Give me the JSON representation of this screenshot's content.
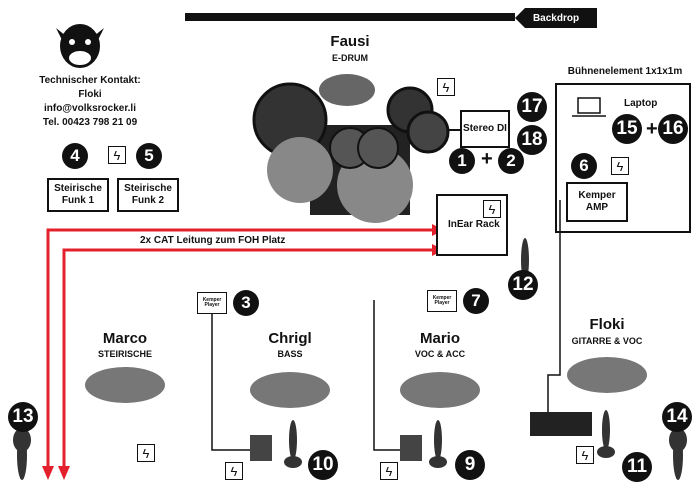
{
  "backdrop_label": "Backdrop",
  "contact": {
    "title": "Technischer Kontakt:",
    "name": "Floki",
    "email": "info@volksrocker.li",
    "phone": "Tel. 00423 798 21 09"
  },
  "drummer": {
    "name": "Fausi",
    "role": "E-DRUM"
  },
  "stereo_di": "Stereo DI",
  "inear_rack": "InEar Rack",
  "buehnenelement": "Bühnenelement 1x1x1m",
  "laptop": "Laptop",
  "kemper_amp": "Kemper AMP",
  "kemper_player": "Kemper Player",
  "funk1": "Steirische Funk 1",
  "funk2": "Steirische Funk 2",
  "cat_label": "2x CAT Leitung zum FOH Platz",
  "channels": {
    "c1": "1",
    "c2": "2",
    "c3": "3",
    "c4": "4",
    "c5": "5",
    "c6": "6",
    "c7": "7",
    "c9": "9",
    "c10": "10",
    "c11": "11",
    "c12": "12",
    "c13": "13",
    "c14": "14",
    "c15": "15",
    "c16": "16",
    "c17": "17",
    "c18": "18"
  },
  "musicians": [
    {
      "name": "Marco",
      "role": "STEIRISCHE"
    },
    {
      "name": "Chrigl",
      "role": "BASS"
    },
    {
      "name": "Mario",
      "role": "VOC & ACC"
    },
    {
      "name": "Floki",
      "role": "GITARRE & VOC"
    }
  ],
  "plus": "+",
  "power_glyph": "ϟ",
  "accent_color": "#e3202b"
}
